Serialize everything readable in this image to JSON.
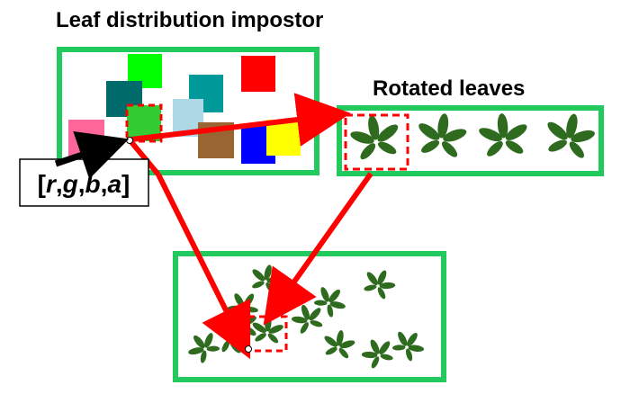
{
  "labels": {
    "impostor_title": "Leaf distribution impostor",
    "rotated_title": "Rotated leaves",
    "rgba_open": "[",
    "rgba_r": "r",
    "rgba_c1": ",",
    "rgba_g": "g",
    "rgba_c2": ",",
    "rgba_b": "b",
    "rgba_c3": ",",
    "rgba_a": "a",
    "rgba_close": "]"
  },
  "colors": {
    "frame_green": "#22c95c",
    "arrow_red": "#ff0000",
    "highlight_red": "#ff0000",
    "leaf_green": "#2e6b1f",
    "leaf_vein": "#d6e8c4",
    "pointer_black": "#000000"
  },
  "impostor_swatches": [
    "#00ff00",
    "#ff0000",
    "#006b6b",
    "#009999",
    "#add8e6",
    "#ff6699",
    "#33cc33",
    "#996633",
    "#0000ff",
    "#ffff00"
  ],
  "rotated_leaves": {
    "count": 4,
    "rotations_deg": [
      -10,
      8,
      -5,
      12
    ]
  },
  "scattered_leaves": {
    "count": 12
  }
}
